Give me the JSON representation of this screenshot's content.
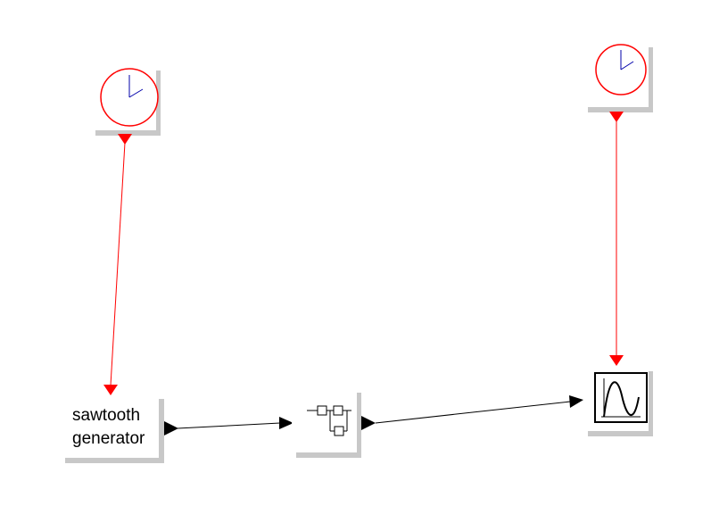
{
  "diagram": {
    "blocks": [
      {
        "id": "clock-left",
        "kind": "clock",
        "icon": "clock-icon"
      },
      {
        "id": "clock-right",
        "kind": "clock",
        "icon": "clock-icon"
      },
      {
        "id": "sawtooth",
        "kind": "generator",
        "label_line1": "sawtooth",
        "label_line2": "generator"
      },
      {
        "id": "superblock",
        "kind": "superblock",
        "icon": "subsystem-icon"
      },
      {
        "id": "scope",
        "kind": "scope",
        "icon": "scope-sine-icon"
      }
    ],
    "links": [
      {
        "from": "clock-left",
        "to": "sawtooth",
        "type": "activation"
      },
      {
        "from": "clock-right",
        "to": "scope",
        "type": "activation"
      },
      {
        "from": "sawtooth",
        "to": "superblock",
        "type": "regular"
      },
      {
        "from": "superblock",
        "to": "scope",
        "type": "regular"
      }
    ],
    "colors": {
      "activation_link": "#ff0000",
      "regular_link": "#000000",
      "block_shadow": "#c8c8c8",
      "block_face": "#ffffff",
      "clock_face": "#ff0000",
      "clock_hands": "#0000aa"
    }
  }
}
